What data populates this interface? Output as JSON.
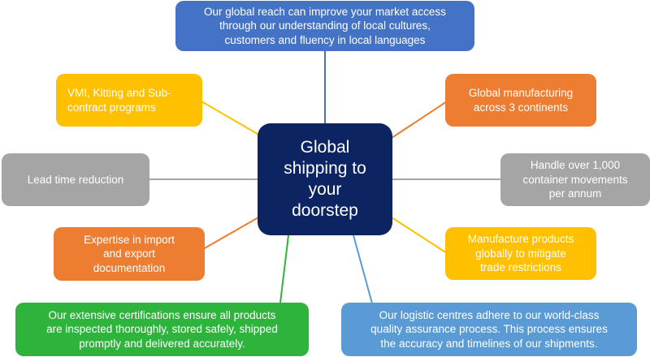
{
  "center": {
    "text": "Global\nshipping to\nyour\ndoorstep"
  },
  "nodes": {
    "market_access": {
      "text": "Our global reach can improve your market access\nthrough our understanding of local cultures,\ncustomers and fluency in local languages",
      "color": "#4472c4"
    },
    "global_manufacturing": {
      "text": "Global manufacturing\nacross 3 continents",
      "color": "#ed7d31"
    },
    "container_movements": {
      "text": "Handle over 1,000\ncontainer movements\nper annum",
      "color": "#a5a5a5"
    },
    "trade_restrictions": {
      "text": "Manufacture products\nglobally to mitigate\ntrade restrictions",
      "color": "#ffc000"
    },
    "logistic_centres": {
      "text": "Our logistic centres adhere to our world-class\nquality assurance process.  This process ensures\nthe accuracy and timelines of our shipments.",
      "color": "#5b9bd5"
    },
    "certifications": {
      "text": "Our extensive certifications ensure all products\nare inspected thoroughly, stored safely, shipped\npromptly and delivered accurately.",
      "color": "#2eb43c"
    },
    "import_export": {
      "text": "Expertise in import\nand export\ndocumentation",
      "color": "#ed7d31"
    },
    "lead_time": {
      "text": "Lead time reduction",
      "color": "#a5a5a5"
    },
    "vmi_kitting": {
      "text": "VMI, Kitting and Sub-\ncontract programs",
      "color": "#ffc000"
    }
  }
}
